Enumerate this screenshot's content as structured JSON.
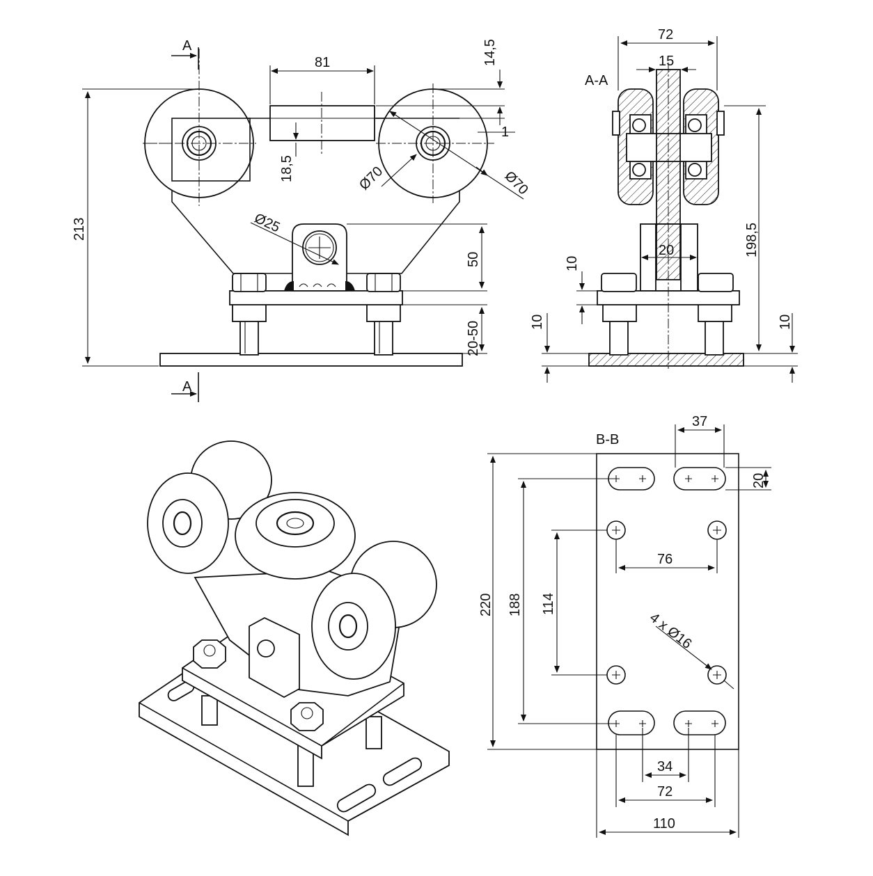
{
  "front_view": {
    "section_mark_top": "A",
    "section_mark_bottom": "A",
    "dim_top_block_width": "81",
    "dim_top_offset": "14,5",
    "dim_gap": "1",
    "dim_block_height": "18,5",
    "dim_wheel_dia_left": "Ø70",
    "dim_wheel_dia_right": "Ø70",
    "dim_pin_dia": "Ø25",
    "dim_total_height": "213",
    "dim_bracket_height": "50",
    "dim_adjust_range": "20-50"
  },
  "section_view": {
    "label": "A-A",
    "dim_outer_width": "72",
    "dim_web_width": "15",
    "dim_post_width": "20",
    "dim_height": "198,5",
    "dim_plate_thickness_top": "10",
    "dim_base_thickness_left": "10",
    "dim_base_thickness_right": "10"
  },
  "plate_view": {
    "label": "B-B",
    "dim_slot_spacing_top": "37",
    "dim_slot_height": "20",
    "dim_hole_spacing_x": "76",
    "dim_holes": "4 x Ø16",
    "dim_height_outer": "220",
    "dim_slot_centers_y": "188",
    "dim_hole_spacing_y": "114",
    "dim_slot_min": "34",
    "dim_slot_max": "72",
    "dim_width": "110"
  }
}
